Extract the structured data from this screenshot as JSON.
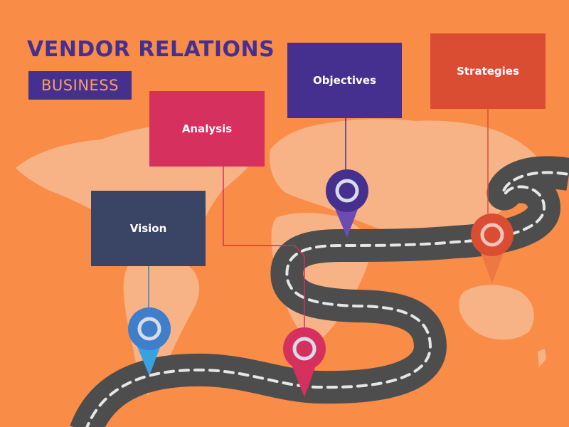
{
  "title": "VENDOR RELATIONS",
  "subtitle": "BUSINESS",
  "colors": {
    "background": "#f98c47",
    "map": "#f7b386",
    "road": "#4d4d4d",
    "road_dash": "#e6e6e6",
    "title": "#45308f"
  },
  "stages": [
    {
      "label": "Vision",
      "color": "#3a4565",
      "pin_color": "#3f7ecb",
      "pin_tip_color": "#3aa1e0"
    },
    {
      "label": "Analysis",
      "color": "#d6305e",
      "pin_color": "#d6305e",
      "pin_tip_color": "#d6305e"
    },
    {
      "label": "Objectives",
      "color": "#45308f",
      "pin_color": "#45308f",
      "pin_tip_color": "#6c4cb3"
    },
    {
      "label": "Strategies",
      "color": "#db4d33",
      "pin_color": "#db4d33",
      "pin_tip_color": "#ee7843"
    }
  ]
}
